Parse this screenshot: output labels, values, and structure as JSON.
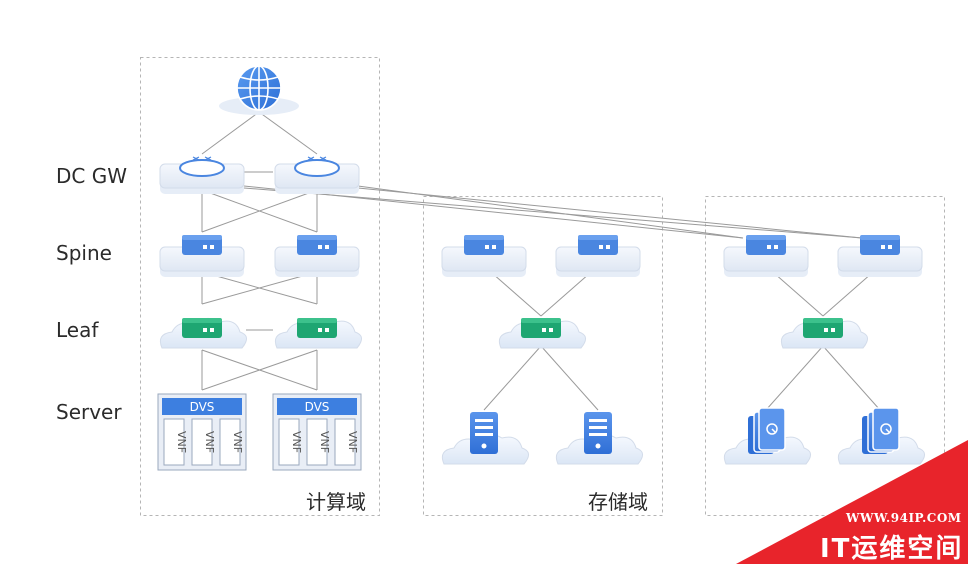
{
  "rows": {
    "dcgw": "DC GW",
    "spine": "Spine",
    "leaf": "Leaf",
    "server": "Server"
  },
  "domains": {
    "compute": "计算域",
    "storage": "存储域",
    "third": ""
  },
  "dvs_label": "DVS",
  "vnf_label": "VNF",
  "watermark": {
    "url": "WWW.94IP.COM",
    "name": "IT运维空间"
  },
  "colors": {
    "switch_blue": "#4a86e0",
    "switch_green": "#1ea672",
    "device_blue": "#3d7fe0",
    "line": "#9a9a9a",
    "dashed_box": "#b5b5b5",
    "watermark_red": "#e8242b"
  },
  "icons": [
    "globe-icon",
    "router-icon",
    "spine-switch-icon",
    "leaf-switch-icon",
    "server-icon",
    "storage-array-icon"
  ]
}
